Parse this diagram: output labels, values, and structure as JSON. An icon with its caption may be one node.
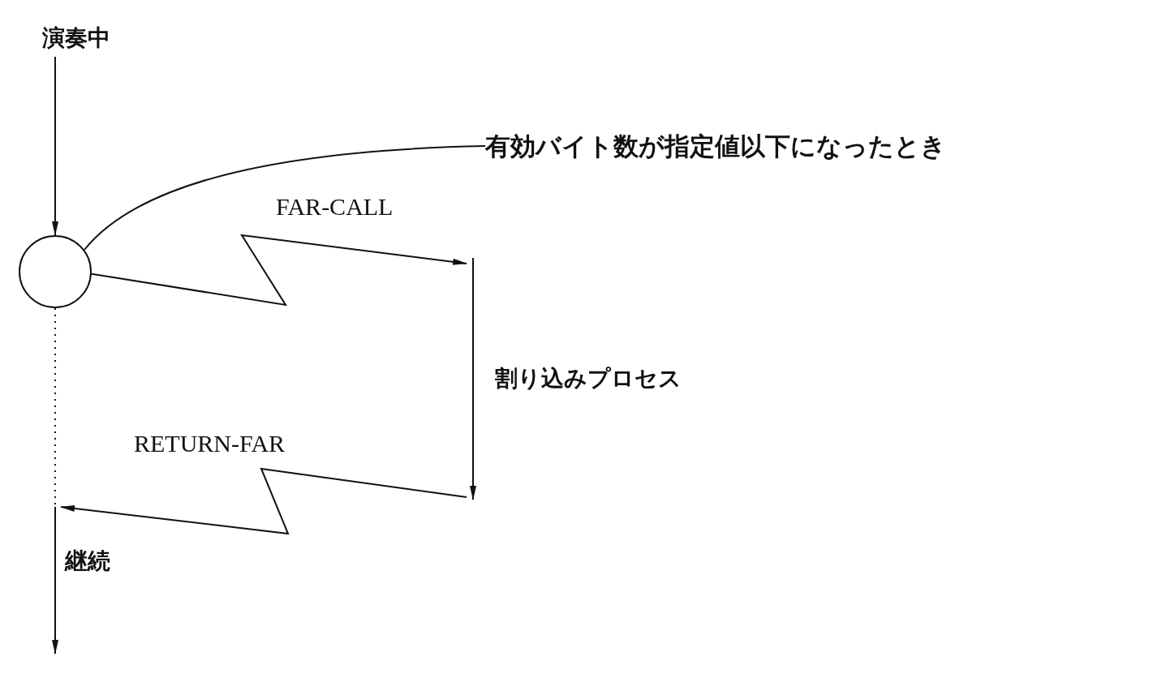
{
  "diagram": {
    "nodes": [
      {
        "text": [
          "演奏中"
        ]
      },
      {
        "text": [],
        "shape": "circle"
      },
      {
        "text": [
          "有効バイト数が指定値以下になったとき"
        ]
      },
      {
        "text": [
          "割り込みプロセス"
        ]
      },
      {
        "text": [
          "継続"
        ]
      }
    ],
    "edges": [
      {
        "from": 0,
        "to": 1,
        "arrow": "to"
      },
      {
        "from": 2,
        "to": 1,
        "arrow": "none"
      },
      {
        "from": 1,
        "to": 3,
        "arrow": "to",
        "label": "FAR-CALL"
      },
      {
        "from": 3,
        "to": 4,
        "arrow": "to",
        "label": "RETURN-FAR"
      },
      {
        "from": 1,
        "to": 4,
        "arrow": "none",
        "style": "dashed"
      }
    ]
  }
}
